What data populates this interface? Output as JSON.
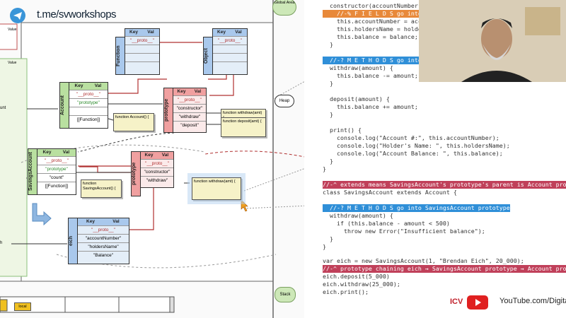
{
  "watermark": {
    "text": "t.me/svworkshops"
  },
  "diagram": {
    "global_area": "Global Area",
    "heap": "Heap",
    "stack": "Stack",
    "local": "local",
    "left_labels": {
      "value": "Value",
      "value2": "Value",
      "unt": "unt",
      "h": "h"
    },
    "table_header": {
      "key": "Key",
      "val": "Val"
    },
    "function_obj": {
      "side": "Function",
      "rows": [
        "\"__proto__\""
      ]
    },
    "object_obj": {
      "side": "Object",
      "rows": [
        "\"__proto__\""
      ]
    },
    "account_obj": {
      "side": "Account",
      "rows": [
        "\"__proto__\"",
        "\"prototype\"",
        "[[Function]]"
      ]
    },
    "account_proto": {
      "side": "prototype",
      "rows": [
        "\"__proto__\"",
        "\"constructor\"",
        "\"withdraw\"",
        "\"deposit\""
      ]
    },
    "savings_obj": {
      "side": "SavingsAccount",
      "rows": [
        "\"__proto__\"",
        "\"prototype\"",
        "\"count\"",
        "[[Function]]"
      ]
    },
    "savings_proto": {
      "side": "prototype",
      "rows": [
        "\"__proto__\"",
        "\"constructor\"",
        "\"withdraw\""
      ]
    },
    "eich_obj": {
      "side": "eich",
      "rows": [
        "\"__proto__\"",
        "\"accountNumber\"",
        "\"holdersName\"",
        "\"Balance\""
      ]
    },
    "notes": {
      "fn_account": "function Account() {",
      "fn_withdraw": "function withdraw(amt) {",
      "fn_deposit": "function deposit(amt) {",
      "fn_savings": "function SavingsAccount() {",
      "fn_withdraw2": "function withdraw(amt) {"
    }
  },
  "code": {
    "lines": [
      "  constructor(accountNumber, ho",
      "    //-% F I E L D S go into in",
      "    this.accountNumber = accour",
      "    this.holdersName = holdersN",
      "    this.balance = balance;",
      "  }",
      "",
      "  //-? M E T H O D S go into Ac",
      "  withdraw(amount) {",
      "    this.balance -= amount;",
      "  }",
      "",
      "  deposit(amount) {",
      "    this.balance += amount;",
      "  }",
      "",
      "  print() {",
      "    console.log(\"Account #:\", this.accountNumber);",
      "    console.log(\"Holder's Name: \", this.holdersName);",
      "    console.log(\"Account Balance: \", this.balance);",
      "  }",
      "}",
      "",
      "//-^ extends means SavingsAccount's prototype's parent is Account prototype",
      "class SavingsAccount extends Account {",
      "",
      "  //-? M E T H O D S go into SavingsAccount prototype",
      "  withdraw(amount) {",
      "    if (this.balance - amount < 500)",
      "      throw new Error(\"Insufficient balance\");",
      "  }",
      "}",
      "",
      "var eich = new SavingsAccount(1, \"Brendan Eich\", 20_000);",
      "//-^ prototype chaining eich → SavingsAccount prototype → Account prototype",
      "eich.deposit(5_000)",
      "eich.withdraw(25_000);",
      "eich.print();"
    ]
  },
  "banner": {
    "left_text": "ICV",
    "right_text": "YouTube.com/Digital"
  }
}
